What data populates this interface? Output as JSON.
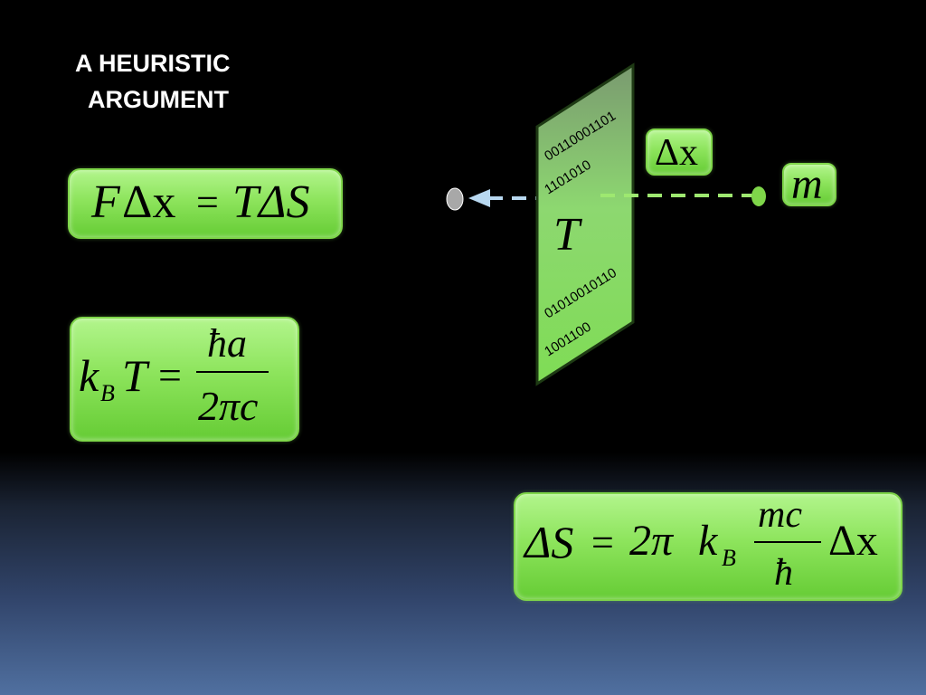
{
  "slide": {
    "title_line1": "A HEURISTIC",
    "title_line2": "ARGUMENT"
  },
  "eq1": {
    "lhs_F": "F",
    "lhs_dx": "Δx",
    "eq": "=",
    "rhs": "TΔS"
  },
  "eq2": {
    "k": "k",
    "sub": "B",
    "T": "T",
    "eq": "=",
    "num": "ħa",
    "den": "2πc"
  },
  "eq3": {
    "dS": "ΔS",
    "eq": "=",
    "two_pi": "2π",
    "k": "k",
    "sub": "B",
    "num": "mc",
    "den": "ħ",
    "dx": "Δx"
  },
  "screen": {
    "bits_line1": "00110001101",
    "bits_line2": "1101010",
    "label": "T",
    "bits_line3": "01010010110",
    "bits_line4": "1001100"
  },
  "labels": {
    "dx": "Δx",
    "mass": "m"
  },
  "colors": {
    "panel_green": "#8de45c",
    "dash_green": "#9ee870",
    "arrow_blue": "#b8d8f0",
    "dot_gray": "#a8a8a8"
  }
}
